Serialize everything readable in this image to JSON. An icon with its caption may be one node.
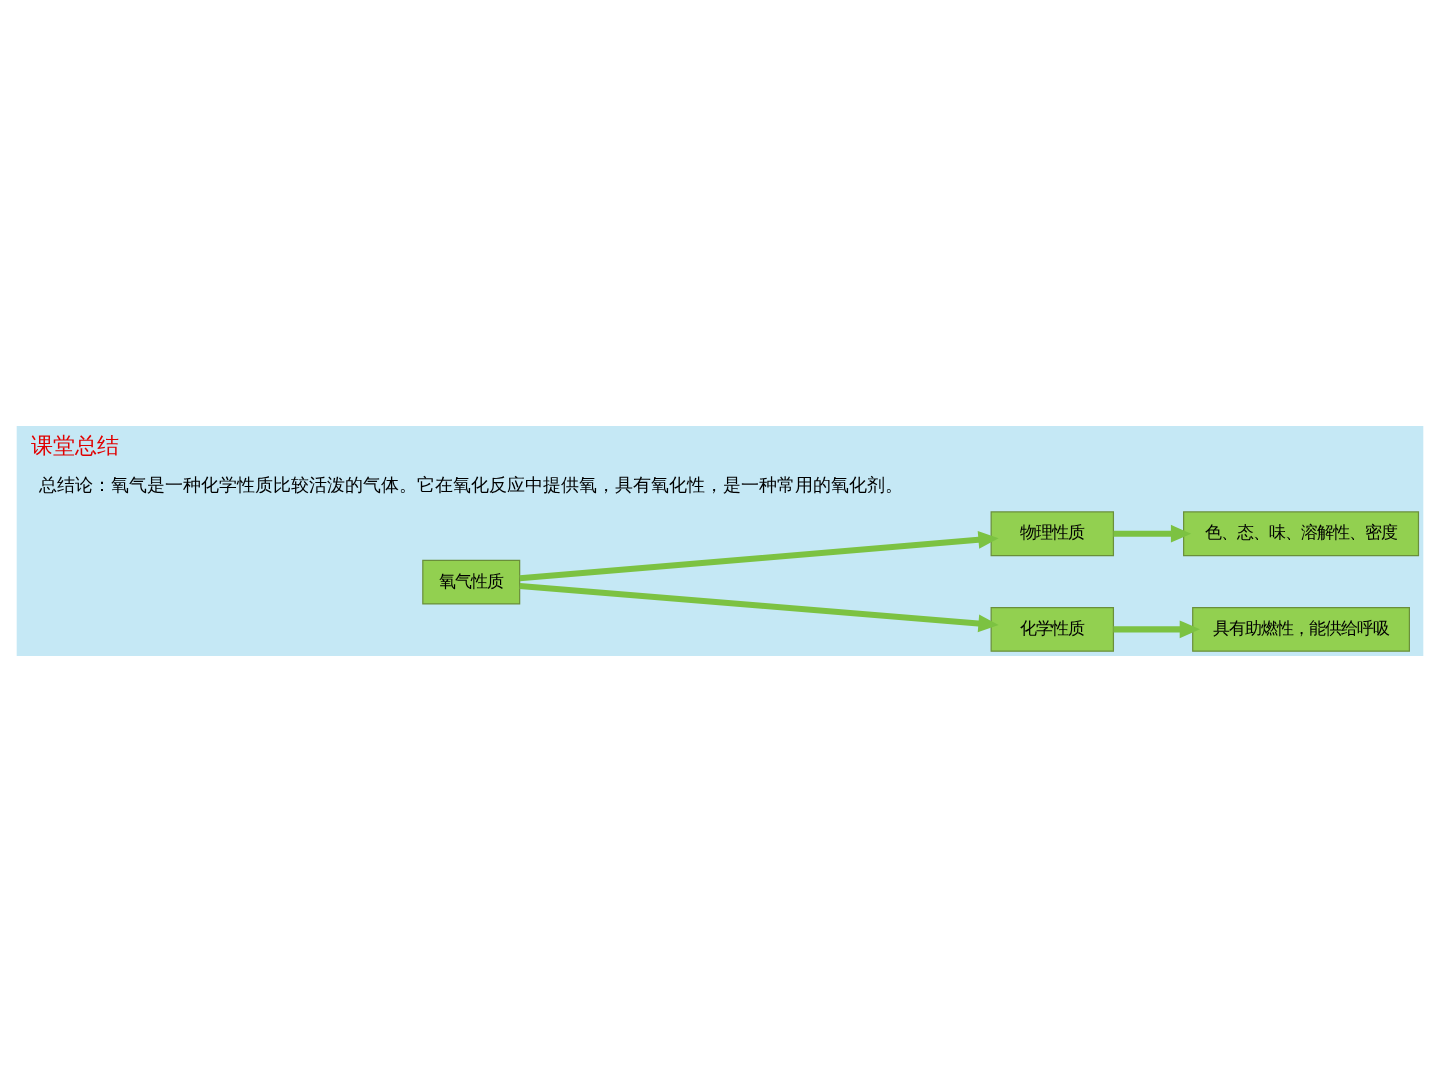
{
  "diagram": {
    "title": "课堂总结",
    "nodes": [
      {
        "text": [
          "氧气性质"
        ]
      },
      {
        "text": [
          "物理性质"
        ]
      },
      {
        "text": [
          "色、态、味、溶解性、密度"
        ]
      },
      {
        "text": [
          "化学性质"
        ]
      },
      {
        "text": [
          "具有助燃性，能供给呼吸"
        ]
      }
    ],
    "edges": [
      {
        "from": 0,
        "to": 1,
        "arrow": "to"
      },
      {
        "from": 0,
        "to": 3,
        "arrow": "to"
      },
      {
        "from": 1,
        "to": 2,
        "arrow": "to"
      },
      {
        "from": 3,
        "to": 4,
        "arrow": "to"
      }
    ],
    "labels": [
      "总结论：氧气是一种化学性质比较活泼的气体。它在氧化反应中提供氧，具有氧化性，是一种常用的氧化剂。"
    ]
  }
}
